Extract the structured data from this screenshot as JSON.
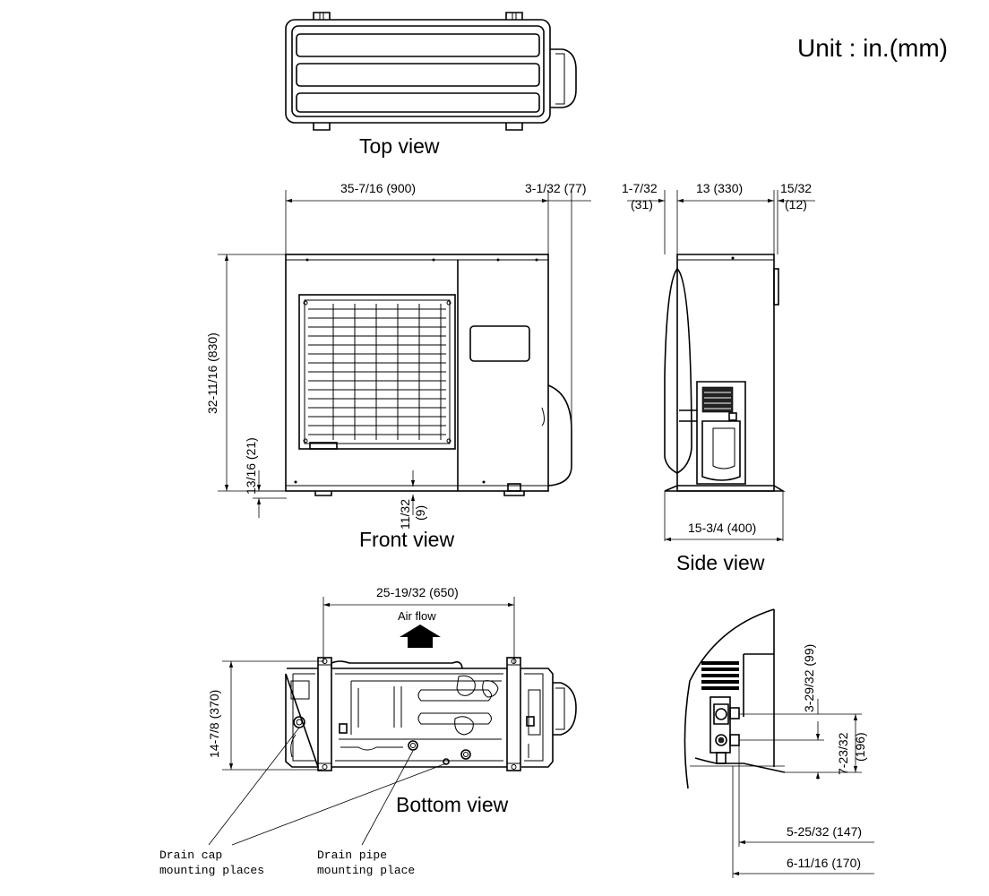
{
  "unit_label": "Unit : in.(mm)",
  "views": {
    "top": "Top view",
    "front": "Front view",
    "side": "Side view",
    "bottom": "Bottom view"
  },
  "dimensions": {
    "front_width": "35-7/16 (900)",
    "front_protrusion": "3-1/32 (77)",
    "front_height": "32-11/16 (830)",
    "foot_height": "13/16 (21)",
    "foot_offset_in": "11/32",
    "foot_offset_mm": "(9)",
    "side_left_in": "1-7/32",
    "side_left_mm": "(31)",
    "side_depth": "13 (330)",
    "side_right_in": "15/32",
    "side_right_mm": "(12)",
    "side_base": "15-3/4 (400)",
    "bottom_span": "25-19/32 (650)",
    "bottom_depth": "14-7/8 (370)",
    "detail_upper": "3-29/32 (99)",
    "detail_lower_in": "7-23/32",
    "detail_lower_mm": "(196)",
    "detail_h1": "5-25/32 (147)",
    "detail_h2": "6-11/16 (170)"
  },
  "air_flow_label": "Air flow",
  "notes": {
    "drain_cap_line1": "Drain cap",
    "drain_cap_line2": "mounting places",
    "drain_pipe_line1": "Drain pipe",
    "drain_pipe_line2": "mounting place"
  }
}
